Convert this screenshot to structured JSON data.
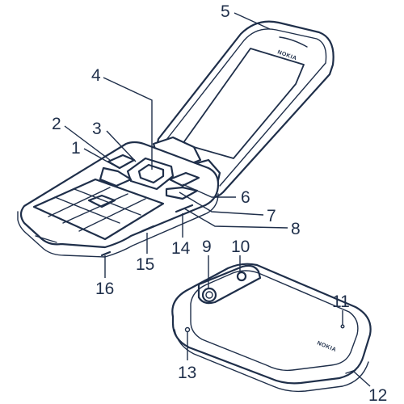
{
  "brand": {
    "top_logo": "NOKIA",
    "back_logo": "NOKIA"
  },
  "callouts": [
    {
      "id": "1",
      "label": "1"
    },
    {
      "id": "2",
      "label": "2"
    },
    {
      "id": "3",
      "label": "3"
    },
    {
      "id": "4",
      "label": "4"
    },
    {
      "id": "5",
      "label": "5"
    },
    {
      "id": "6",
      "label": "6"
    },
    {
      "id": "7",
      "label": "7"
    },
    {
      "id": "8",
      "label": "8"
    },
    {
      "id": "9",
      "label": "9"
    },
    {
      "id": "10",
      "label": "10"
    },
    {
      "id": "11",
      "label": "11"
    },
    {
      "id": "12",
      "label": "12"
    },
    {
      "id": "13",
      "label": "13"
    },
    {
      "id": "14",
      "label": "14"
    },
    {
      "id": "15",
      "label": "15"
    },
    {
      "id": "16",
      "label": "16"
    }
  ],
  "colors": {
    "line": "#1f2f4a",
    "background": "#ffffff"
  }
}
